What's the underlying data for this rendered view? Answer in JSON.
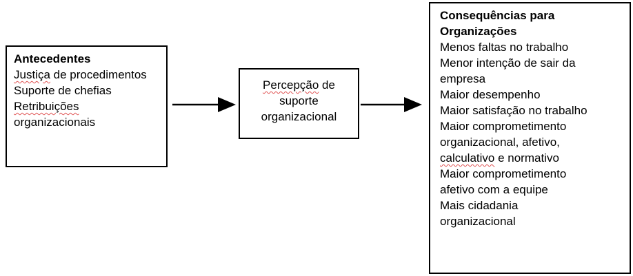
{
  "colors": {
    "background": "#ffffff",
    "box_border": "#000000",
    "text": "#000000",
    "arrow": "#000000",
    "spellcheck_underline": "#e05252"
  },
  "boxes": {
    "antecedentes": {
      "title": "Antecedentes",
      "items": [
        {
          "segments": [
            {
              "t": "Justiça",
              "misspell": true
            },
            {
              "t": " de procedimentos",
              "misspell": false
            }
          ]
        },
        {
          "segments": [
            {
              "t": "Suporte de chefias",
              "misspell": false
            }
          ]
        },
        {
          "segments": [
            {
              "t": "Retribuições",
              "misspell": true
            },
            {
              "t": " organizacionais",
              "misspell": false
            }
          ]
        }
      ]
    },
    "percepcao": {
      "items": [
        {
          "segments": [
            {
              "t": "Percepção",
              "misspell": true
            },
            {
              "t": " de suporte organizacional",
              "misspell": false
            }
          ]
        }
      ]
    },
    "consequencias": {
      "title": "Consequências para Organizações",
      "items": [
        {
          "segments": [
            {
              "t": "Menos faltas no trabalho",
              "misspell": false
            }
          ]
        },
        {
          "segments": [
            {
              "t": "Menor intenção de sair da empresa",
              "misspell": false
            }
          ]
        },
        {
          "segments": [
            {
              "t": "Maior desempenho",
              "misspell": false
            }
          ]
        },
        {
          "segments": [
            {
              "t": "Maior satisfação no trabalho",
              "misspell": false
            }
          ]
        },
        {
          "segments": [
            {
              "t": "Maior comprometimento organizacional, afetivo, ",
              "misspell": false
            },
            {
              "t": "calculativo",
              "misspell": true
            },
            {
              "t": " e normativo",
              "misspell": false
            }
          ]
        },
        {
          "segments": [
            {
              "t": "Maior comprometimento afetivo com a equipe",
              "misspell": false
            }
          ]
        },
        {
          "segments": [
            {
              "t": "Mais cidadania organizacional",
              "misspell": false
            }
          ]
        }
      ]
    }
  },
  "arrows": [
    {
      "name": "arrow-antecedentes-to-percepcao",
      "direction": "right"
    },
    {
      "name": "arrow-percepcao-to-consequencias",
      "direction": "right"
    }
  ]
}
